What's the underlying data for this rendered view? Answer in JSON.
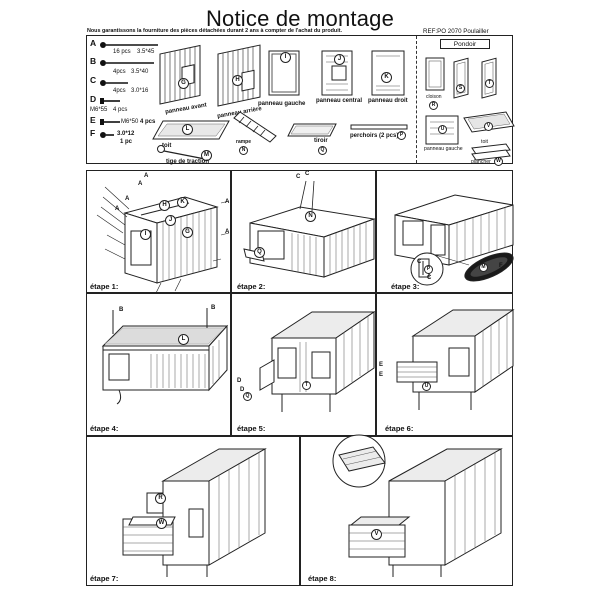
{
  "header": {
    "title": "Notice de montage",
    "guarantee": "Nous garantissons la fourniture des pièces détachées durant 2 ans à compter de l'achat du produit.",
    "ref": "REF:PO 2070 Poulailler"
  },
  "hardware": [
    {
      "letter": "A",
      "qty": "16 pcs",
      "size": "3.5*45"
    },
    {
      "letter": "B",
      "qty": "4pcs",
      "size": "3.5*40"
    },
    {
      "letter": "C",
      "qty": "4pcs",
      "size": "3.0*16"
    },
    {
      "letter": "D",
      "qty": "4 pcs",
      "size": "M6*55"
    },
    {
      "letter": "E",
      "qty": "4 pcs",
      "size": "M6*50"
    },
    {
      "letter": "F",
      "qty": "1 pc",
      "size": "3.0*12"
    }
  ],
  "panels": {
    "avant": {
      "label": "panneau avant",
      "letter": "G"
    },
    "arriere": {
      "label": "panneau arrière",
      "letter": "H"
    },
    "gauche": {
      "label": "panneau gauche",
      "letter": "I"
    },
    "central": {
      "label": "panneau central",
      "letter": "J"
    },
    "droit": {
      "label": "panneau droit",
      "letter": "K"
    },
    "toit": {
      "label": "toit",
      "letter": "L"
    },
    "rampe": {
      "label": "rampe",
      "letter": "N"
    },
    "tiroir": {
      "label": "tiroir",
      "letter": "Q"
    },
    "perchoirs": {
      "label": "perchoirs (2 pcs)",
      "letter": "P"
    },
    "tige": {
      "label": "tige de traction",
      "letter": "M"
    }
  },
  "pondoir": {
    "title": "Pondoir",
    "cloison": {
      "label": "cloison",
      "letter": "R"
    },
    "s": "S",
    "t": "T",
    "gauche": {
      "label": "panneau gauche",
      "letter": "U"
    },
    "toit": {
      "label": "toit",
      "letter": "V"
    },
    "plancher": {
      "label": "plancher",
      "letter": "W"
    }
  },
  "steps": {
    "s1": "étape 1:",
    "s2": "étape 2:",
    "s3": "étape 3:",
    "s4": "étape 4:",
    "s5": "étape 5:",
    "s6": "étape 6:",
    "s7": "étape 7:",
    "s8": "étape 8:"
  },
  "callouts": {
    "A": "A",
    "B": "B",
    "C": "C",
    "D": "D",
    "E": "E",
    "F": "F",
    "G": "G",
    "H": "H",
    "I": "I",
    "J": "J",
    "K": "K",
    "L": "L",
    "M": "M",
    "N": "N",
    "P": "P",
    "Q": "Q",
    "R": "R",
    "S": "S",
    "T": "T",
    "U": "U",
    "V": "V",
    "W": "W"
  }
}
